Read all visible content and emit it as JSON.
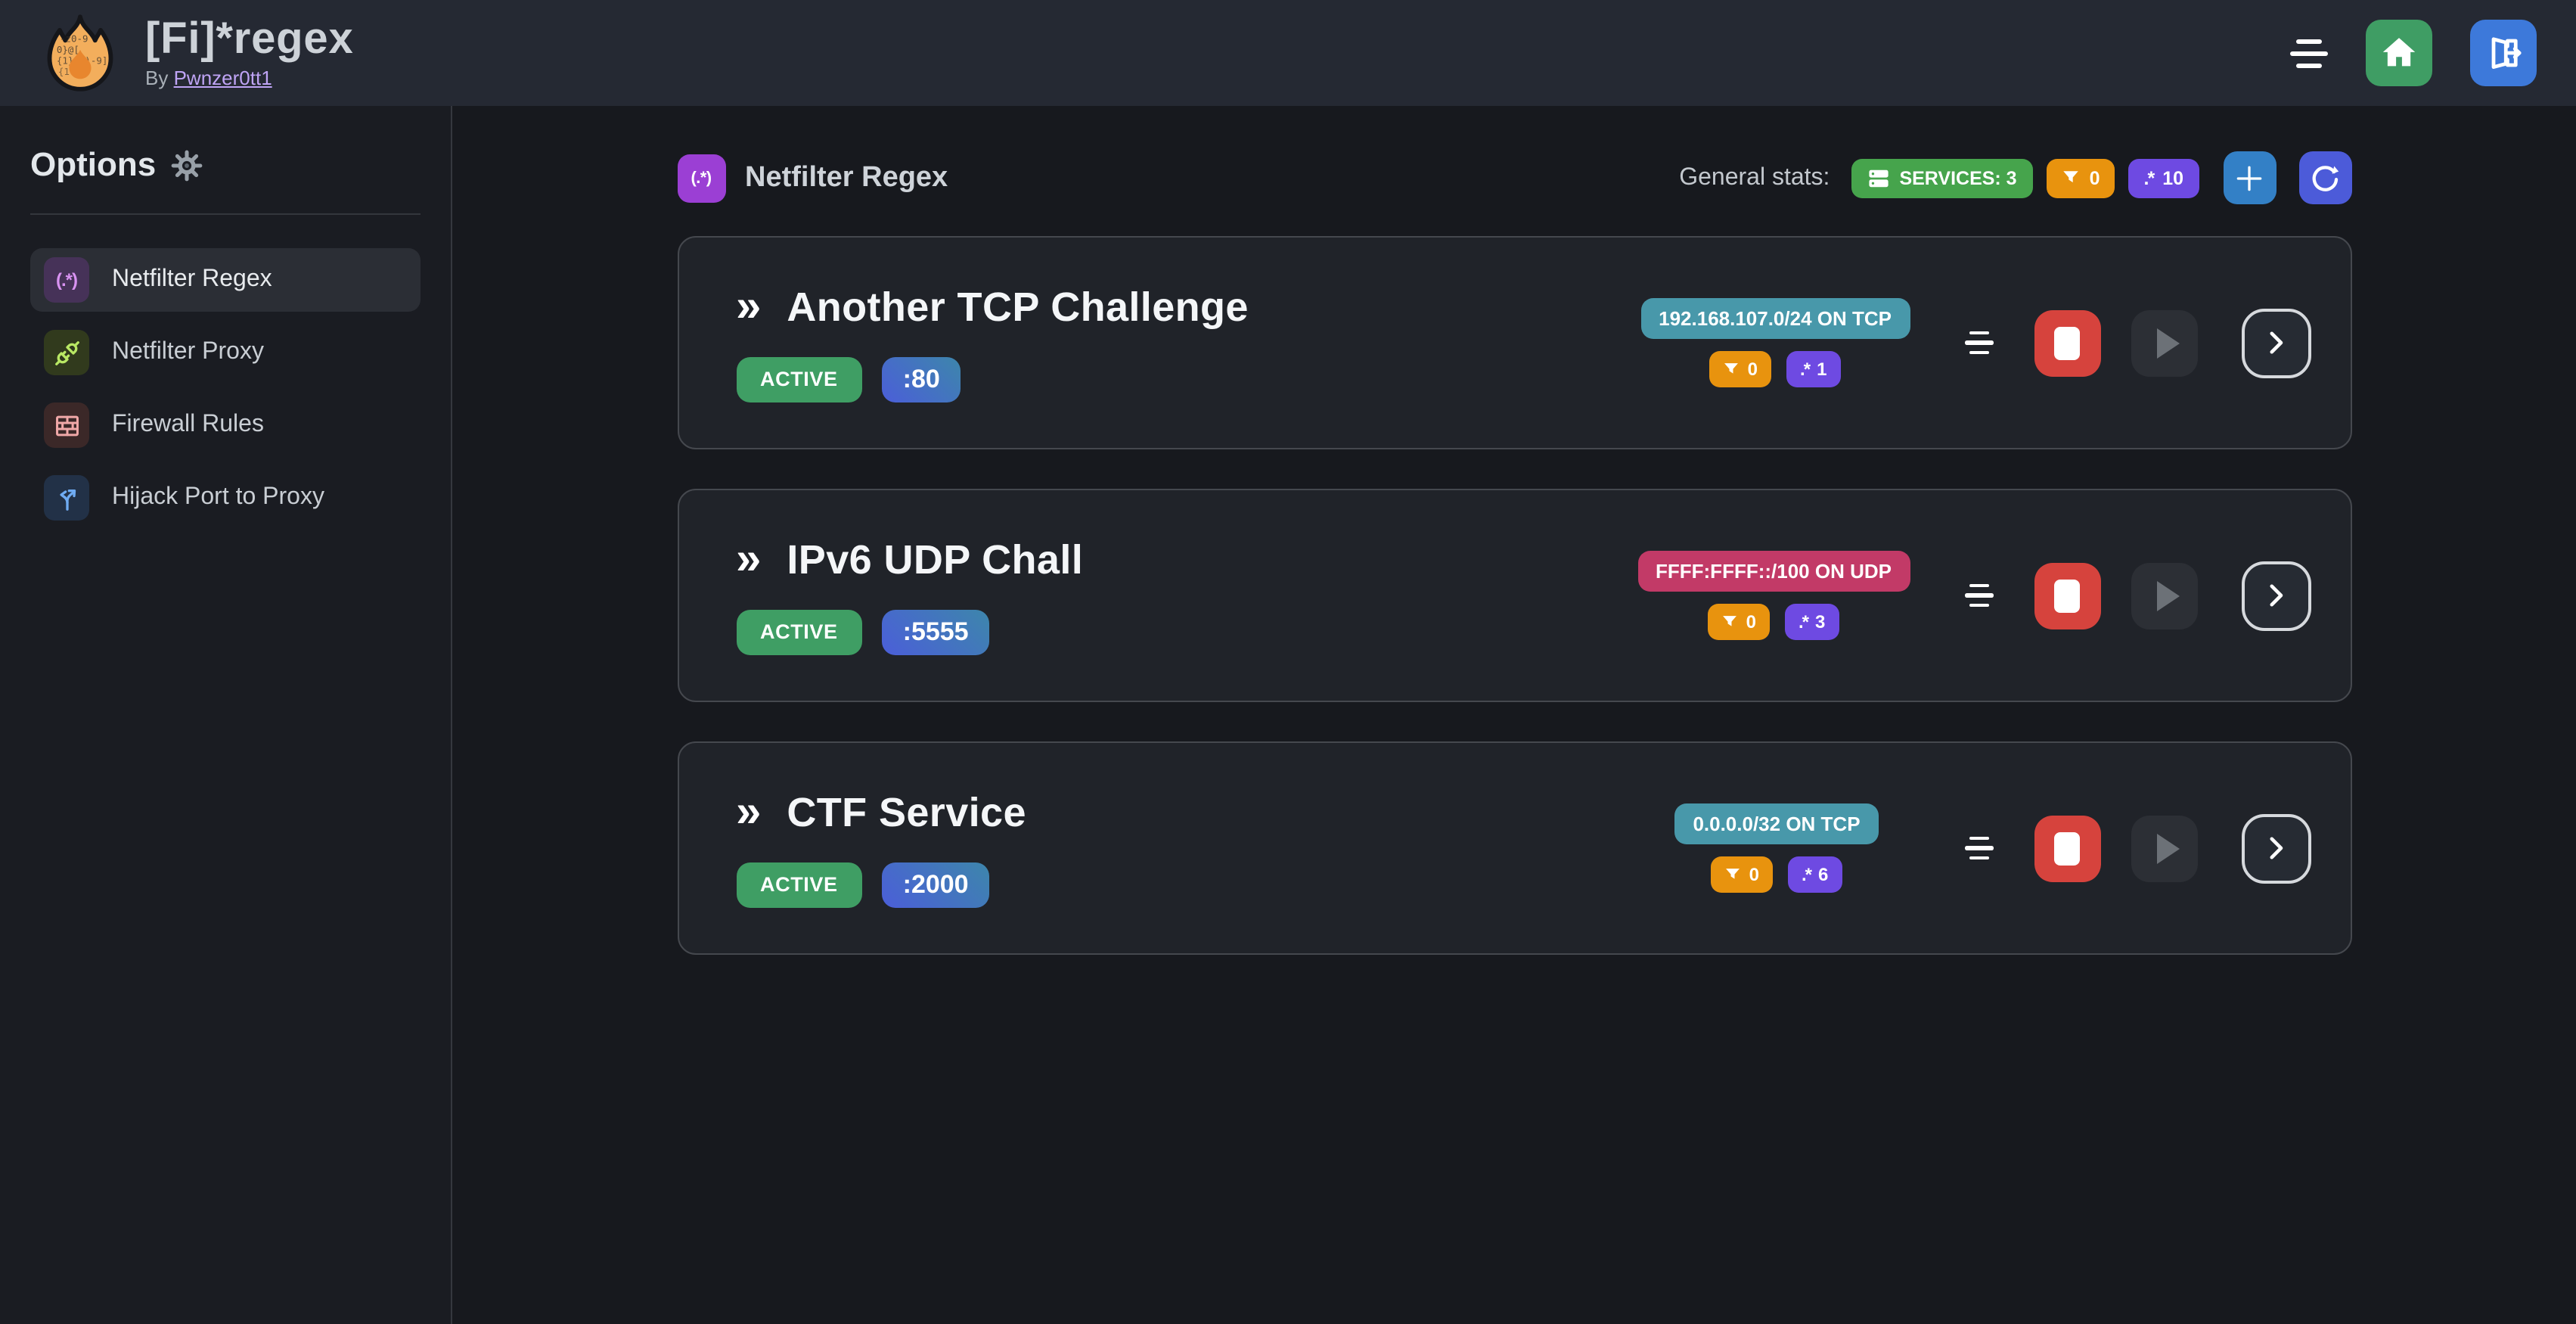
{
  "glyphs": {
    "chevrons": "»",
    "regex": ".*",
    "section_icon": "(.*)"
  },
  "topbar": {
    "title": "[Fi]*regex",
    "byline_prefix": "By",
    "byline_link": "Pwnzer0tt1"
  },
  "sidebar": {
    "heading": "Options",
    "items": [
      {
        "label": "Netfilter Regex"
      },
      {
        "label": "Netfilter Proxy"
      },
      {
        "label": "Firewall Rules"
      },
      {
        "label": "Hijack Port to Proxy"
      }
    ]
  },
  "main": {
    "section_title": "Netfilter Regex",
    "stats_label": "General stats:",
    "stats": {
      "services_label": "SERVICES: 3",
      "filters_count": "0",
      "regex_count": "10"
    },
    "services": [
      {
        "name": "Another TCP Challenge",
        "status": "ACTIVE",
        "port": ":80",
        "cidr": "192.168.107.0/24 ON TCP",
        "cidr_color": "#4898aa",
        "filters": "0",
        "regexes": "1"
      },
      {
        "name": "IPv6 UDP Chall",
        "status": "ACTIVE",
        "port": ":5555",
        "cidr": "FFFF:FFFF::/100 ON UDP",
        "cidr_color": "#c23a67",
        "filters": "0",
        "regexes": "3"
      },
      {
        "name": "CTF Service",
        "status": "ACTIVE",
        "port": ":2000",
        "cidr": "0.0.0.0/32 ON TCP",
        "cidr_color": "#4898aa",
        "filters": "0",
        "regexes": "6"
      }
    ]
  },
  "colors": {
    "active_green": "#3f9e64",
    "services_green": "#46a44c",
    "orange": "#e8930e",
    "violet": "#6e4ae2",
    "teal_cidr": "#4898aa",
    "pink_cidr": "#c23a67",
    "stop_red": "#d6433d",
    "home_green": "#3f9d64",
    "logout_blue": "#3d79da",
    "plus_blue": "#3380c6",
    "refresh_indigo": "#4c5bd9",
    "section_purple": "#9b3fd4",
    "port_gradient_from": "#4b5ed9",
    "port_gradient_to": "#3d86ab"
  }
}
